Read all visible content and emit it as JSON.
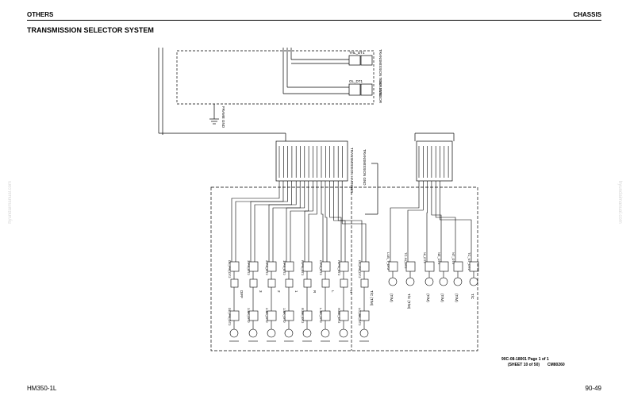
{
  "header": {
    "left": "OTHERS",
    "right": "CHASSIS"
  },
  "page_title": "TRANSMISSION SELECTOR SYSTEM",
  "footer": {
    "model": "HM350-1L",
    "page": "90-49"
  },
  "watermark": "hyundaimanual.com",
  "diagram": {
    "top_labels": {
      "temp_sensor": "TRANSMISSION TEMP SENSOR",
      "thl_connector": "THL_DT1",
      "oil_level_connector": "OL_DT1",
      "oil_level": "OIL LEVEL",
      "frame_gnd": "FRAME GND",
      "harness": "TRANSMISSION HARNESS",
      "trans_gnd": "TRANSMISSION GND"
    },
    "left_solenoids": [
      {
        "connector": "DL_PS_DT2",
        "label": "DIFF",
        "valve": "DL_PS_DT2"
      },
      {
        "connector": "3-PS_DT2",
        "label": "3",
        "valve": "3-BK_DT2"
      },
      {
        "connector": "2-PS_DT2",
        "label": "2",
        "valve": "2-BK_DT2"
      },
      {
        "connector": "1-PS_DT2",
        "label": "1",
        "valve": "1-BK_DT2"
      },
      {
        "connector": "R-PS_DT2",
        "label": "R",
        "valve": "R-BK_DT2"
      },
      {
        "connector": "L-PS_DT2",
        "label": "L",
        "valve": "L-BK_DT2"
      },
      {
        "connector": "H-PS_DT2",
        "label": "H",
        "valve": "H-BK_DT2"
      },
      {
        "connector": "LC_PS_DT2",
        "label": "T/C (T/M)",
        "valve": "LC_BK_DT2"
      }
    ],
    "right_sensors": [
      {
        "connector": "LUB_T_DT2",
        "label": "(T/M)"
      },
      {
        "connector": "TC-IN_DT2",
        "label": "T/C (T/M)"
      },
      {
        "connector": "NI_DT2",
        "label": "(T/M)"
      },
      {
        "connector": "NE_DT2",
        "label": "(T/M)"
      },
      {
        "connector": "NT_DT2",
        "label": "(T/M)"
      },
      {
        "connector": "TC_NT_DT2",
        "label": "T/C"
      }
    ],
    "drawing_ref": {
      "line1": "90C-08-18001 Page 1 of 1",
      "line2": "(SHEET 10 of 50)",
      "code": "CM80260"
    }
  }
}
